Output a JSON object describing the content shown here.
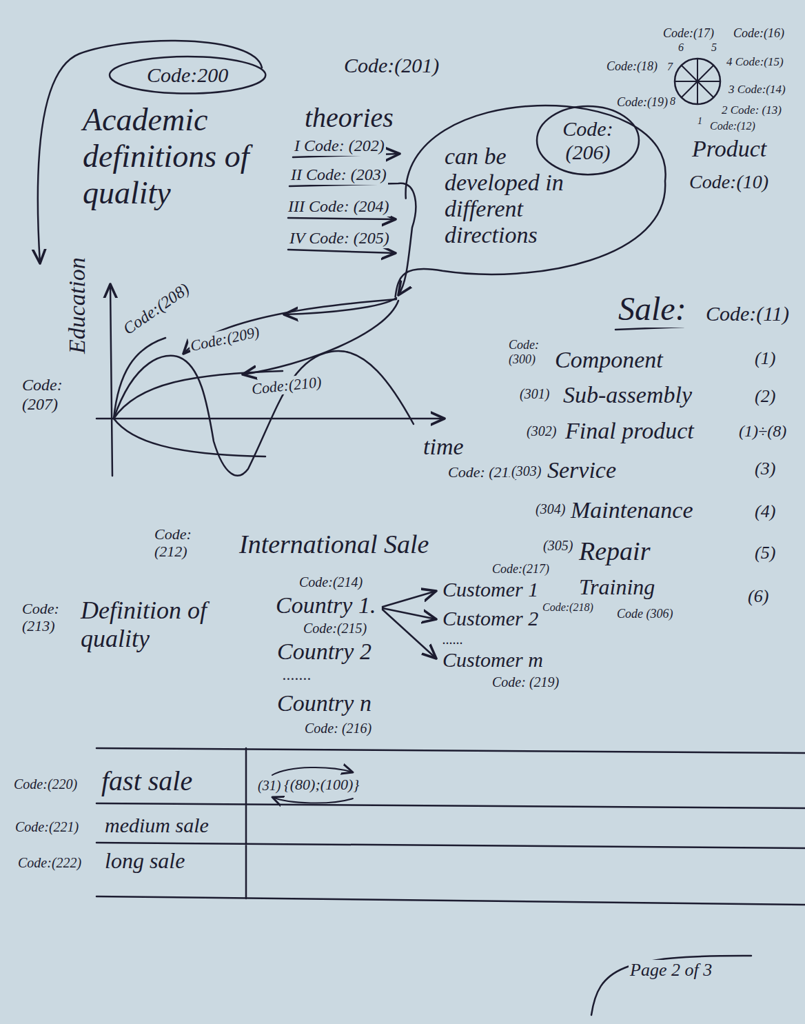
{
  "diagram": {
    "nodes": [
      {
        "text": [
          "Code:200"
        ]
      },
      {
        "text": [
          "can be developed in different directions"
        ]
      },
      {
        "text": [
          "Code: (206)"
        ],
        "in": 1
      }
    ],
    "labels": [
      "Code:(201)",
      "Academic definitions of quality",
      "theories",
      "I Code: (202)",
      "II Code: (203)",
      "III Code: (204)",
      "IV Code: (205)",
      "Code:(17)",
      "Code:(16)",
      "6",
      "5",
      "Code:(18)",
      "7",
      "4 Code:(15)",
      "Code:(19)",
      "8",
      "3 Code:(14)",
      "2 Code: (13)",
      "1",
      "Code:(12)",
      "Product",
      "Code:(10)",
      "Education",
      "Code:(208)",
      "Code:(209)",
      "Code:(210)",
      "Code: (207)",
      "time",
      "Code: (211)",
      "Sale:",
      "Code:(11)",
      "Code: (300)",
      "Component",
      "(1)",
      "(301)",
      "Sub-assembly",
      "(2)",
      "(302)",
      "Final product",
      "(1)÷(8)",
      "(303)",
      "Service",
      "(3)",
      "(304)",
      "Maintenance",
      "(4)",
      "(305)",
      "Repair",
      "(5)",
      "Code:(217)",
      "Training",
      "Code (306)",
      "(6)",
      "Code: (212)",
      "International Sale",
      "Code: (213)",
      "Definition of quality",
      "Code:(214)",
      "Country 1.",
      "Customer 1",
      "Code:(218)",
      "Customer 2",
      "Code:(215)",
      "......",
      "Customer m",
      "Country 2",
      "Code: (219)",
      ".......",
      "Country n",
      "Code: (216)",
      "Code:(220)",
      "fast sale",
      "(31)",
      "{(80);(100)}",
      "Code:(221)",
      "medium sale",
      "Code:(222)",
      "long sale",
      "Page 2 of 3"
    ]
  }
}
